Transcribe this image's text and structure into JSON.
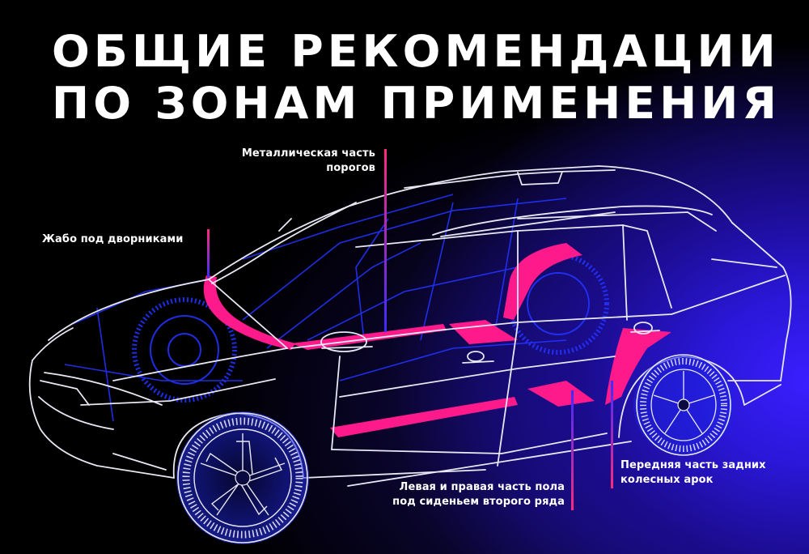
{
  "title": {
    "line1": "ОБЩИЕ РЕКОМЕНДАЦИИ",
    "line2": "ПО ЗОНАМ ПРИМЕНЕНИЯ"
  },
  "labels": {
    "sills": {
      "line1": "Металлическая часть",
      "line2": "порогов"
    },
    "jabot": {
      "line1": "Жабо под дворниками"
    },
    "floor": {
      "line1": "Левая и правая часть пола",
      "line2": "под сиденьем второго ряда"
    },
    "arches": {
      "line1": "Передняя часть задних",
      "line2": "колесных арок"
    }
  },
  "colors": {
    "background": "#000000",
    "glow": "#3a1fff",
    "zone_highlight": "#ff1a8c",
    "wireframe": "#e8e8f4",
    "wireframe_blue": "#2233ff",
    "leader_top": "#ff2a7a",
    "leader_bottom": "#3a2cff"
  },
  "icons": {
    "car": "car-wireframe-icon"
  }
}
